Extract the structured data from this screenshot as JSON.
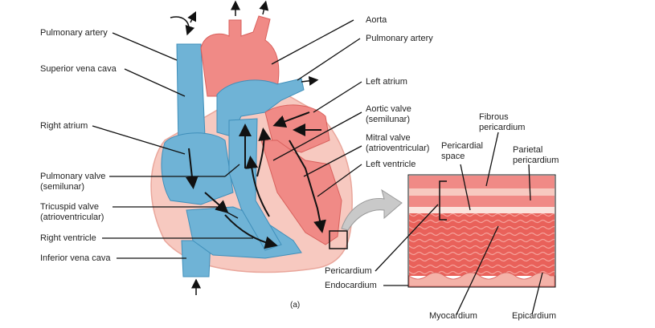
{
  "labels_left": {
    "pulmonary_artery": "Pulmonary artery",
    "superior_vena_cava": "Superior vena cava",
    "right_atrium": "Right atrium",
    "pulmonary_valve": "Pulmonary valve\n(semilunar)",
    "tricuspid_valve": "Tricuspid valve\n(atrioventricular)",
    "right_ventricle": "Right ventricle",
    "inferior_vena_cava": "Inferior vena cava"
  },
  "labels_right": {
    "aorta": "Aorta",
    "pulmonary_artery": "Pulmonary artery",
    "left_atrium": "Left atrium",
    "aortic_valve": "Aortic valve\n(semilunar)",
    "mitral_valve": "Mitral valve\n(atrioventricular)",
    "left_ventricle": "Left ventricle"
  },
  "labels_wall": {
    "fibrous_pericardium": "Fibrous\npericardium",
    "pericardial_space": "Pericardial\nspace",
    "parietal_pericardium": "Parietal\npericardium",
    "pericardium": "Pericardium",
    "endocardium": "Endocardium",
    "myocardium": "Myocardium",
    "epicardium": "Epicardium"
  },
  "caption": "(a)",
  "colors": {
    "blue": "#6fb3d6",
    "blue_dark": "#3f8fba",
    "red": "#f08a86",
    "red_dark": "#d9605c",
    "pink_wall": "#f7c9c0",
    "line": "#111111"
  }
}
